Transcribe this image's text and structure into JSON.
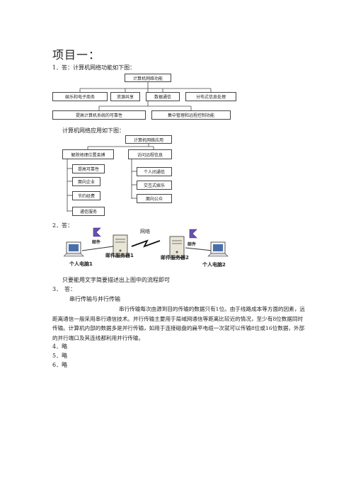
{
  "title": "项目一：",
  "q1": {
    "line": "1．答：计算机网络功能如下图：",
    "func_chart": {
      "root": "计算机网络功能",
      "row1": [
        "娱乐和电子商务",
        "资源共享",
        "数据通信",
        "分布式信息处理"
      ],
      "row2": [
        "提高计算机系统的可靠性",
        "集中管理和远程控制功能"
      ]
    },
    "app_line": "计算机网络应用如下图：",
    "app_chart": {
      "root": "计算机网络应用",
      "left_head": "解除地理位置束缚",
      "left_items": [
        "提高可靠性",
        "面向企业",
        "节约经费",
        "通信服务"
      ],
      "right_head": "访问远程信息",
      "right_items": [
        "个人间通信",
        "交互式娱乐",
        "面向公众"
      ]
    }
  },
  "q2": {
    "line": "2．答：",
    "diagram": {
      "network": "网络",
      "mail1": "邮件",
      "mail2": "邮件",
      "server1": "邮件服务器1",
      "server2": "邮件服务器2",
      "pc1": "个人电脑1",
      "pc2": "个人电脑2"
    },
    "note": "只要能用文字简要描述出上图中的流程即可"
  },
  "q3": {
    "line": "3．　答：",
    "subtitle": "串行传输与并行传输",
    "body": "串行传输每次由源到目的传输的数据只有1位。由于线路成本等方面的因素，远距离通信一般采用串行通信技术。并行传输主要用于局域网通信等距离比较近的情况，至少有8位数据同时传输。计算机内部的数据多是并行传输，如用于连接磁盘的扁平电缆一次就可以传输8位或16位数据，外部的并行端口及其连线都利用并行传输。"
  },
  "rest": [
    "4．略",
    "5．略",
    "6．略"
  ]
}
